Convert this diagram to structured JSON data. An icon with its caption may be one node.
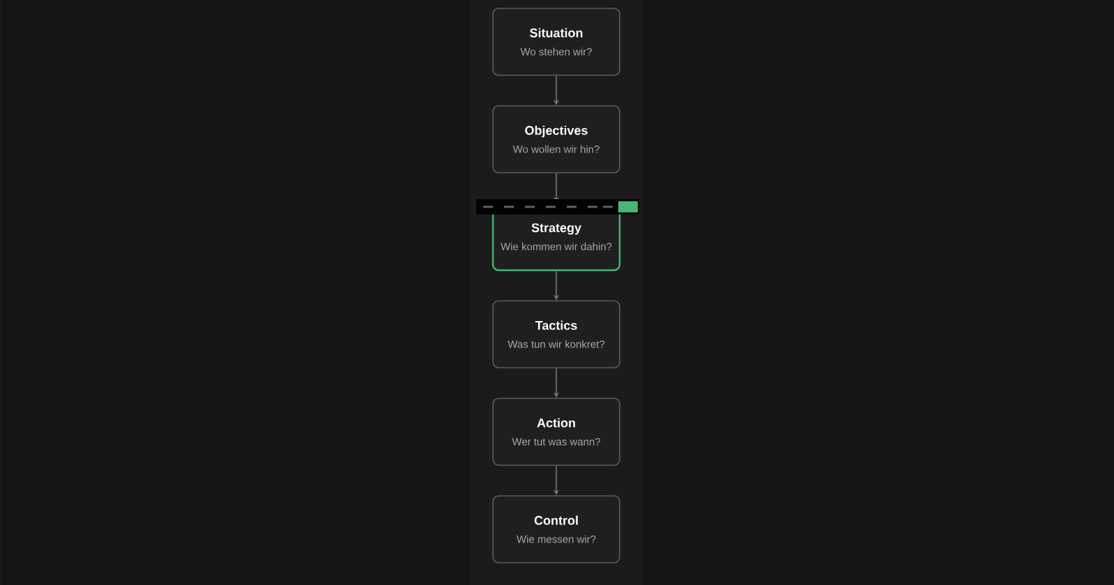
{
  "diagram": {
    "nodes": [
      {
        "text": [
          "Situation",
          "Wo stehen wir?"
        ]
      },
      {
        "text": [
          "Objectives",
          "Wo wollen wir hin?"
        ]
      },
      {
        "text": [
          "Strategy",
          "Wie kommen wir dahin?"
        ]
      },
      {
        "text": [
          "Tactics",
          "Was tun wir konkret?"
        ]
      },
      {
        "text": [
          "Action",
          "Wer tut was wann?"
        ]
      },
      {
        "text": [
          "Control",
          "Wie messen wir?"
        ]
      }
    ],
    "edges": [
      {
        "from": 0,
        "to": 1,
        "arrow": "to"
      },
      {
        "from": 1,
        "to": 2,
        "arrow": "to"
      },
      {
        "from": 2,
        "to": 3,
        "arrow": "to"
      },
      {
        "from": 3,
        "to": 4,
        "arrow": "to"
      },
      {
        "from": 4,
        "to": 5,
        "arrow": "to"
      }
    ]
  }
}
